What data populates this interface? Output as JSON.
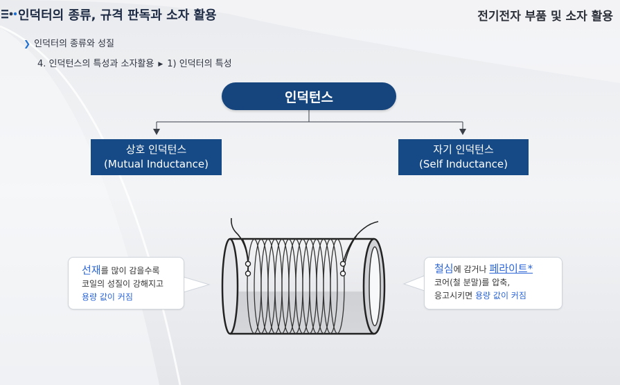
{
  "header": {
    "title": "인덕터의 종류, 규격 판독과 소자 활용",
    "right_title": "전기전자 부품 및 소자 활용"
  },
  "section": "인덕터의 종류와 성질",
  "breadcrumb": {
    "part1": "4. 인덕턴스의 특성과 소자활용",
    "part2": "1) 인덕터의 특성"
  },
  "diagram": {
    "root": "인덕턴스",
    "children": [
      {
        "line1": "상호 인덕턴스",
        "line2": "(Mutual Inductance)"
      },
      {
        "line1": "자기 인덕턴스",
        "line2": "(Self Inductance)"
      }
    ]
  },
  "callout_left": {
    "keyword": "선재",
    "line1_rest": "를 많이 감을수록",
    "line2": "코일의 성질이 강해지고",
    "line3": "용량 값이 커짐"
  },
  "callout_right": {
    "keyword1": "철심",
    "text1": "에 감거나 ",
    "keyword2": "페라이트*",
    "line2": "코어(철 분말)를 압축,",
    "line3_prefix": "응고시키면 ",
    "line3_highlight": "용량 값이 커짐"
  },
  "colors": {
    "navy": "#16457d",
    "accent_blue": "#2a64d6"
  }
}
